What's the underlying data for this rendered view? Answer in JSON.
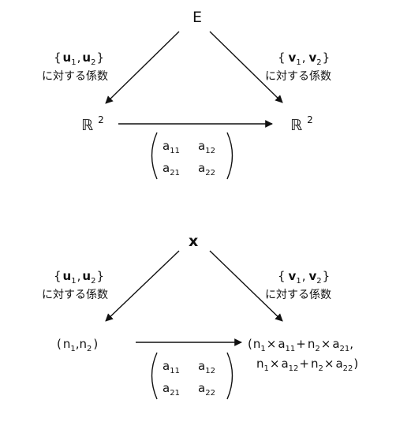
{
  "top": {
    "node_top": "E",
    "node_left": "ℝ",
    "node_left_sup": "2",
    "node_right": "ℝ",
    "node_right_sup": "2",
    "left_basis": {
      "open": "{",
      "v": "u",
      "s1": "1",
      "comma": ",",
      "s2": "2",
      "close": "}"
    },
    "right_basis": {
      "open": "{",
      "v": "v",
      "s1": "1",
      "comma": ",",
      "s2": "2",
      "close": "}"
    },
    "caption": "に対する係数",
    "matrix": {
      "a": "a",
      "s11": "11",
      "s12": "12",
      "s21": "21",
      "s22": "22"
    }
  },
  "bottom": {
    "node_top": "x",
    "left_basis": {
      "open": "{",
      "v": "u",
      "s1": "1",
      "comma": ",",
      "s2": "2",
      "close": "}"
    },
    "right_basis": {
      "open": "{",
      "v": "v",
      "s1": "1",
      "comma": ",",
      "s2": "2",
      "close": "}"
    },
    "caption": "に対する係数",
    "left_tuple": {
      "open": "(",
      "n": "n",
      "s1": "1",
      "comma": ",",
      "s2": "2",
      "close": ")"
    },
    "matrix": {
      "a": "a",
      "s11": "11",
      "s12": "12",
      "s21": "21",
      "s22": "22"
    },
    "result": {
      "open": "(",
      "n": "n",
      "s1": "1",
      "s2": "2",
      "times": "×",
      "plus": "+",
      "a": "a",
      "s11": "11",
      "s21": "21",
      "s12": "12",
      "s22": "22",
      "comma": ",",
      "close": ")"
    }
  },
  "colors": {
    "ink": "#111111",
    "background": "#ffffff"
  }
}
